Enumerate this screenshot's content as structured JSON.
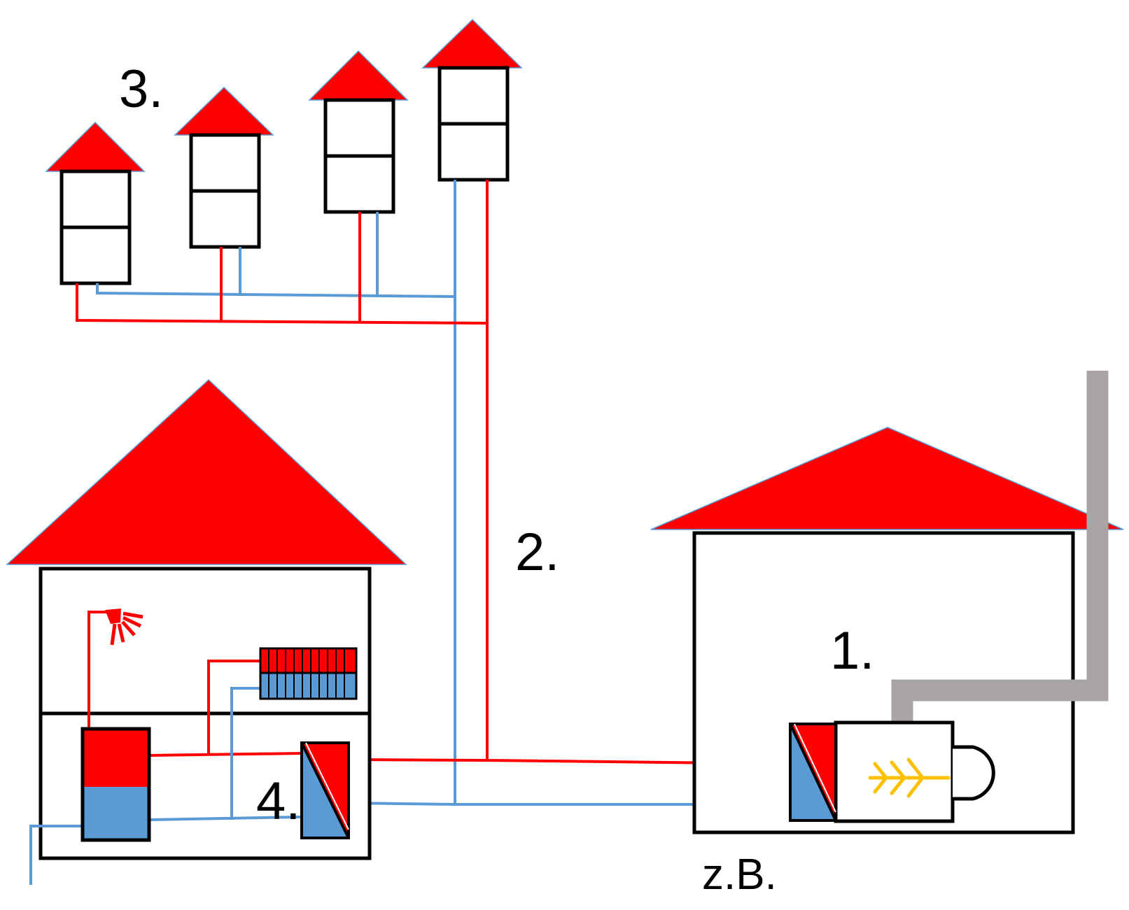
{
  "labels": {
    "l1": "1.",
    "l2": "2.",
    "l3": "3.",
    "l4": "4.",
    "zb": "z.B."
  },
  "colors": {
    "hot": "#ff0000",
    "cold": "#5b9bd5",
    "chimney": "#a9a5a5",
    "flame": "#ffc000",
    "outline": "#000000"
  }
}
